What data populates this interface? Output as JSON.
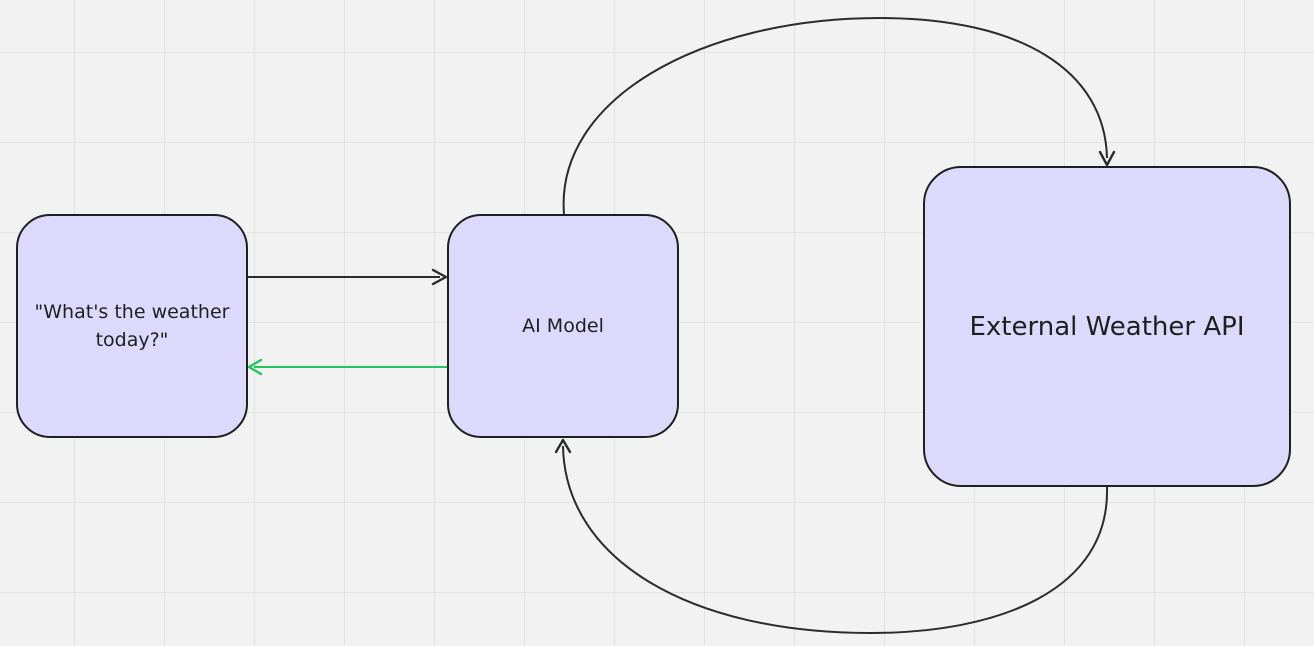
{
  "diagram": {
    "nodes": {
      "query": {
        "label": "\"What's the weather today?\""
      },
      "model": {
        "label": "AI Model"
      },
      "api": {
        "label": "External Weather API"
      }
    },
    "edges": [
      {
        "from": "query",
        "to": "model",
        "color": "#2b2b2b"
      },
      {
        "from": "model",
        "to": "query",
        "color": "#22c55e"
      },
      {
        "from": "model",
        "to": "api",
        "color": "#2b2b2b"
      },
      {
        "from": "api",
        "to": "model",
        "color": "#2b2b2b"
      }
    ],
    "colors": {
      "node_fill": "#ddd9fd",
      "node_border": "#1f1f1f",
      "grid": "#e2e2e2",
      "background": "#f2f2f2"
    }
  }
}
